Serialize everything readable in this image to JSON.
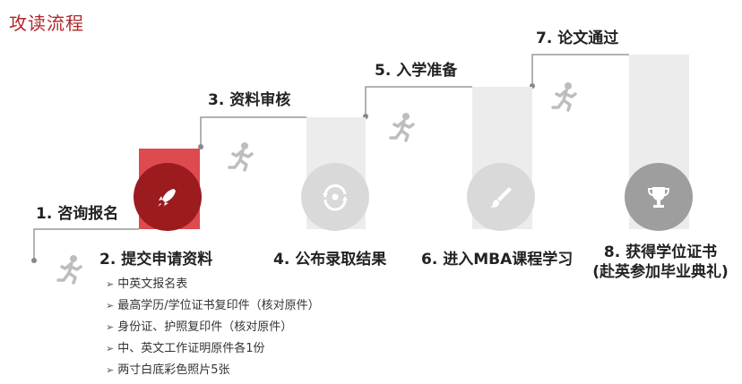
{
  "title": "攻读流程",
  "steps": [
    {
      "label": "1. 咨询报名",
      "icon": "rocket-icon"
    },
    {
      "label": "2. 提交申请资料",
      "icon": "runner-icon"
    },
    {
      "label": "3. 资料审核",
      "icon": "runner-icon"
    },
    {
      "label": "4. 公布录取结果",
      "icon": "refresh-icon"
    },
    {
      "label": "5. 入学准备",
      "icon": "runner-icon"
    },
    {
      "label": "6. 进入MBA课程学习",
      "icon": "brush-icon"
    },
    {
      "label": "7. 论文通过",
      "icon": "runner-icon"
    },
    {
      "label": "8. 获得学位证书",
      "label2": "(赴英参加毕业典礼)",
      "icon": "trophy-icon"
    }
  ],
  "documents": {
    "bullet": "➢",
    "items": [
      "中英文报名表",
      "最高学历/学位证书复印件（核对原件）",
      "身份证、护照复印件（核对原件）",
      "中、英文工作证明原件各1份",
      "两寸白底彩色照片5张"
    ]
  },
  "colors": {
    "accent": "#b3262b",
    "bar": "#ececec",
    "red_bar": "#dd4a4f"
  }
}
